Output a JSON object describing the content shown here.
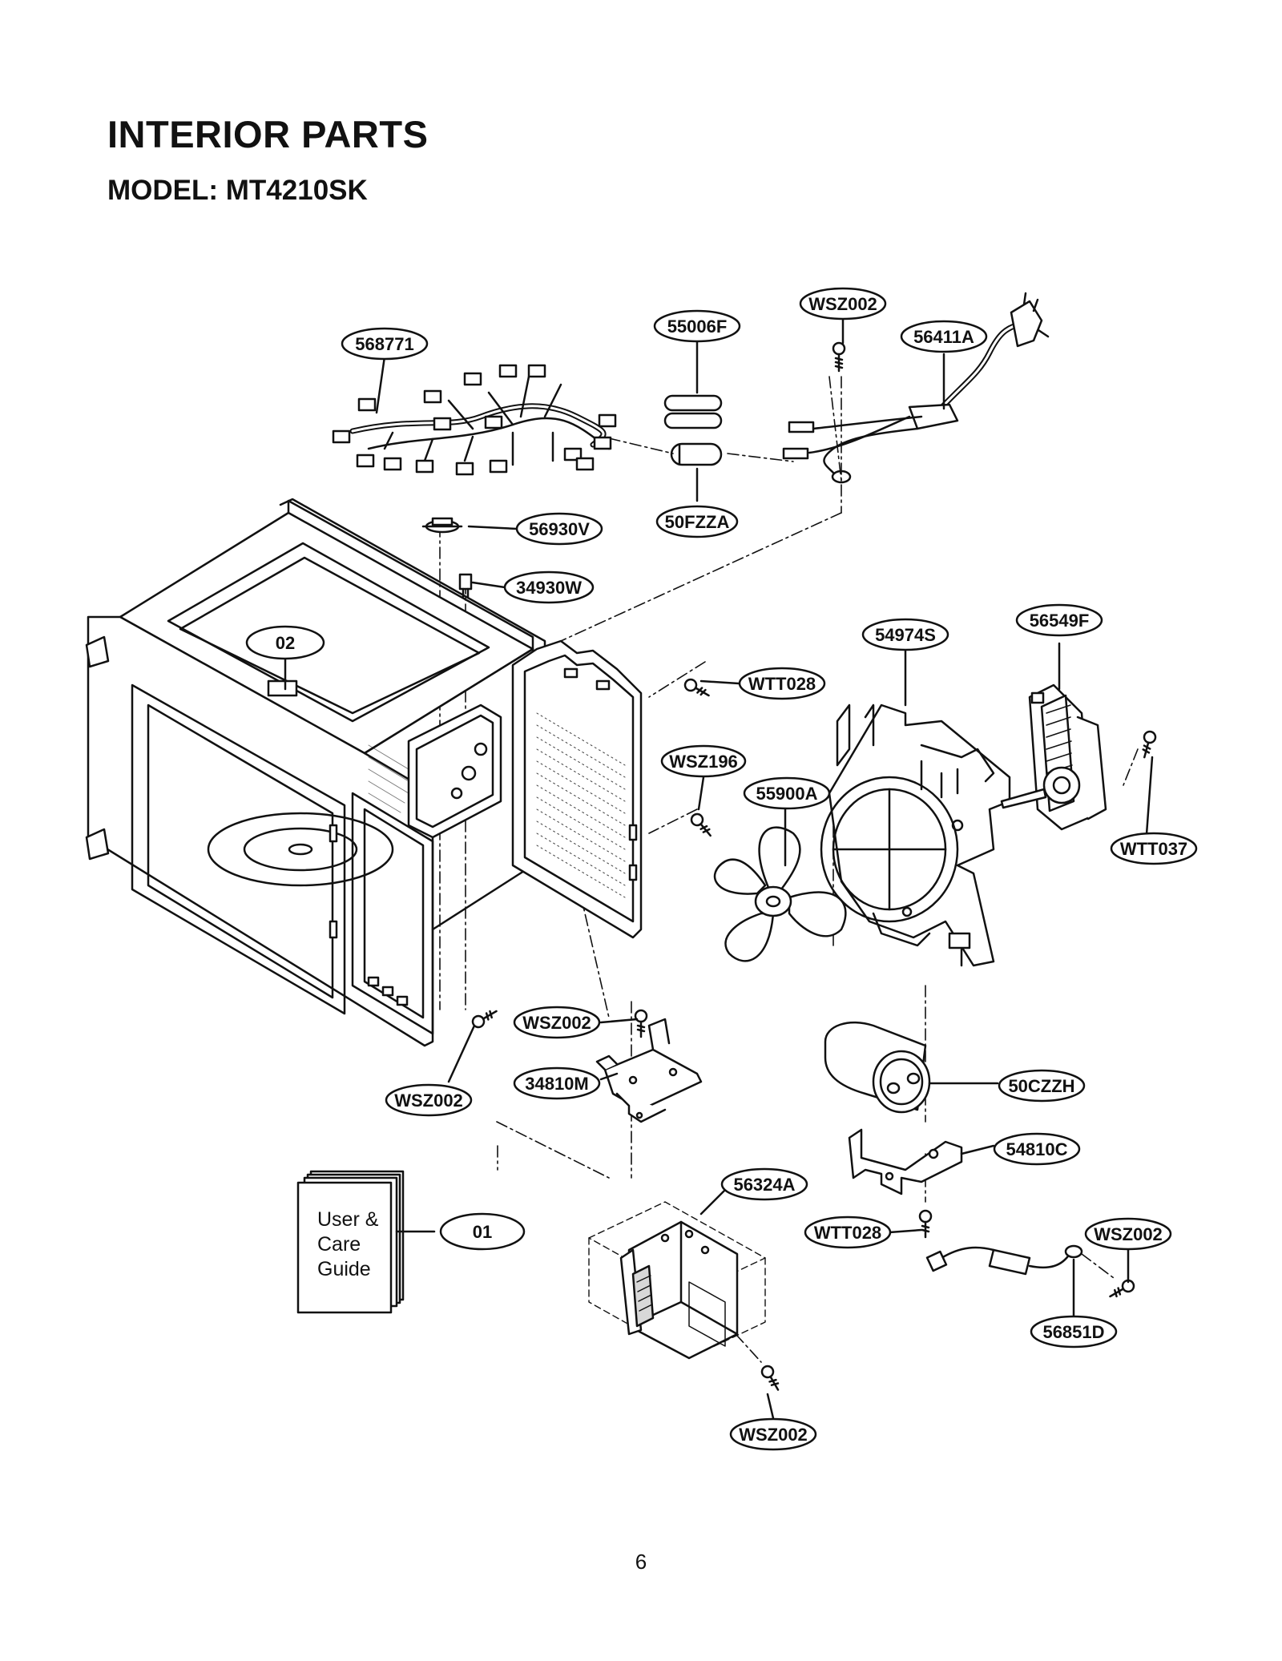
{
  "header": {
    "title": "INTERIOR PARTS",
    "model": "MODEL: MT4210SK"
  },
  "manual": {
    "lines": [
      "User &",
      "Care",
      "Guide"
    ]
  },
  "callouts": [
    {
      "id": "harness",
      "label": "568771"
    },
    {
      "id": "fuse-holder",
      "label": "55006F"
    },
    {
      "id": "fuse",
      "label": "50FZZA"
    },
    {
      "id": "screw-top",
      "label": "WSZ002"
    },
    {
      "id": "power-cord",
      "label": "56411A"
    },
    {
      "id": "thermostat",
      "label": "56930V"
    },
    {
      "id": "switch",
      "label": "34930W"
    },
    {
      "id": "cavity",
      "label": "02"
    },
    {
      "id": "screw-wtt028-a",
      "label": "WTT028"
    },
    {
      "id": "screw-wsz196",
      "label": "WSZ196"
    },
    {
      "id": "fan-blade",
      "label": "55900A"
    },
    {
      "id": "orifice",
      "label": "54974S"
    },
    {
      "id": "fan-motor",
      "label": "56549F"
    },
    {
      "id": "screw-wtt037",
      "label": "WTT037"
    },
    {
      "id": "screw-wsz002-b",
      "label": "WSZ002"
    },
    {
      "id": "bracket-34810m",
      "label": "34810M"
    },
    {
      "id": "screw-wsz002-c",
      "label": "WSZ002"
    },
    {
      "id": "capacitor",
      "label": "50CZZH"
    },
    {
      "id": "bracket-54810c",
      "label": "54810C"
    },
    {
      "id": "magnetron",
      "label": "56324A"
    },
    {
      "id": "manual",
      "label": "01"
    },
    {
      "id": "screw-wtt028-b",
      "label": "WTT028"
    },
    {
      "id": "screw-wsz002-d",
      "label": "WSZ002"
    },
    {
      "id": "diode",
      "label": "56851D"
    },
    {
      "id": "screw-wsz002-e",
      "label": "WSZ002"
    }
  ],
  "page": {
    "number": "6"
  },
  "colors": {
    "ink": "#111111",
    "paper": "#ffffff",
    "panel_gray": "#d8d8d8"
  }
}
